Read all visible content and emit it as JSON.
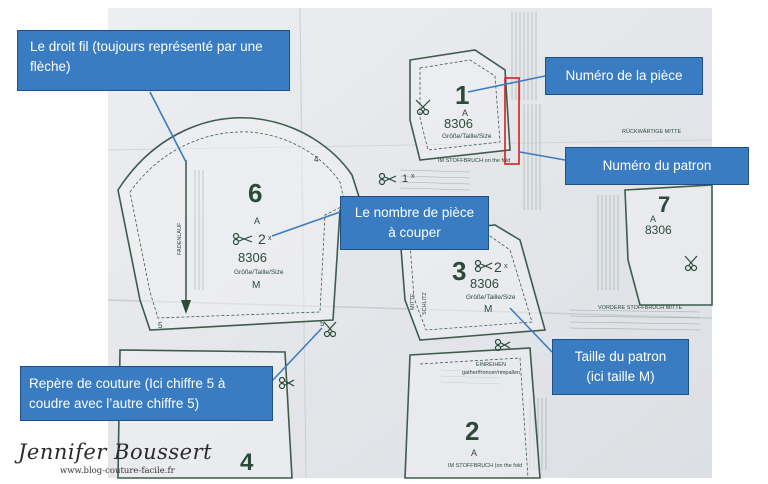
{
  "callouts": {
    "droit_fil": "Le droit fil (toujours représenté par une flèche)",
    "numero_piece": "Numéro de la pièce",
    "numero_patron": "Numéro du patron",
    "nombre_pieces_line1": "Le nombre de pièce",
    "nombre_pieces_line2": "à couper",
    "taille_line1": "Taille du patron",
    "taille_line2": "(ici taille M)",
    "repere_line1": "Repère de couture (Ici chiffre 5 à",
    "repere_line2": "coudre avec l’autre chiffre 5)"
  },
  "pieces": {
    "p1": {
      "number": "1",
      "letter": "A",
      "pattern": "8306",
      "size_label": "Größe/Taille/Size"
    },
    "p6": {
      "number": "6",
      "letter": "A",
      "count": "2",
      "count_mark": "x",
      "pattern": "8306",
      "size_label": "Größe/Taille/Size",
      "size": "M"
    },
    "p3": {
      "number": "3",
      "count": "2",
      "count_mark": "x",
      "pattern": "8306",
      "size_label": "Größe/Taille/Size",
      "size": "M"
    },
    "p7": {
      "number": "7",
      "letter": "A",
      "pattern": "8306"
    },
    "p2": {
      "number": "2",
      "letter": "A"
    },
    "p4": {
      "number": "4"
    }
  },
  "marks": {
    "notch_5_left": "5",
    "notch_5_right": "5",
    "notch_4": "4",
    "notch_1x": "1",
    "notch_1x_mark": "x"
  },
  "small_text": {
    "fadenlauf": "FADENLAUF",
    "stoffbruch_1": "IM STOFFBRUCH on the fold",
    "stoffbruch_2": "IM STOFFBRUCH (on the fold",
    "stoffbruch_7": "VORDERE STOFFBRUCH MITTE",
    "rueck_mitte": "RÜCKWÄRTIGE MITTE",
    "einreihen": "EINREIHEN",
    "gather": "gather/froncer/rimpallen",
    "schlitz": "SCHLITZ",
    "mitte": "MITTE"
  },
  "signature": {
    "name": "Jennifer Boussert",
    "url": "www.blog-couture-facile.fr"
  },
  "colors": {
    "callout_fill": "#3a7cc2",
    "callout_border": "#1f4f86",
    "pattern_line": "#3d5c4c",
    "paper": "#e8e9ec",
    "highlight": "#d42020"
  }
}
